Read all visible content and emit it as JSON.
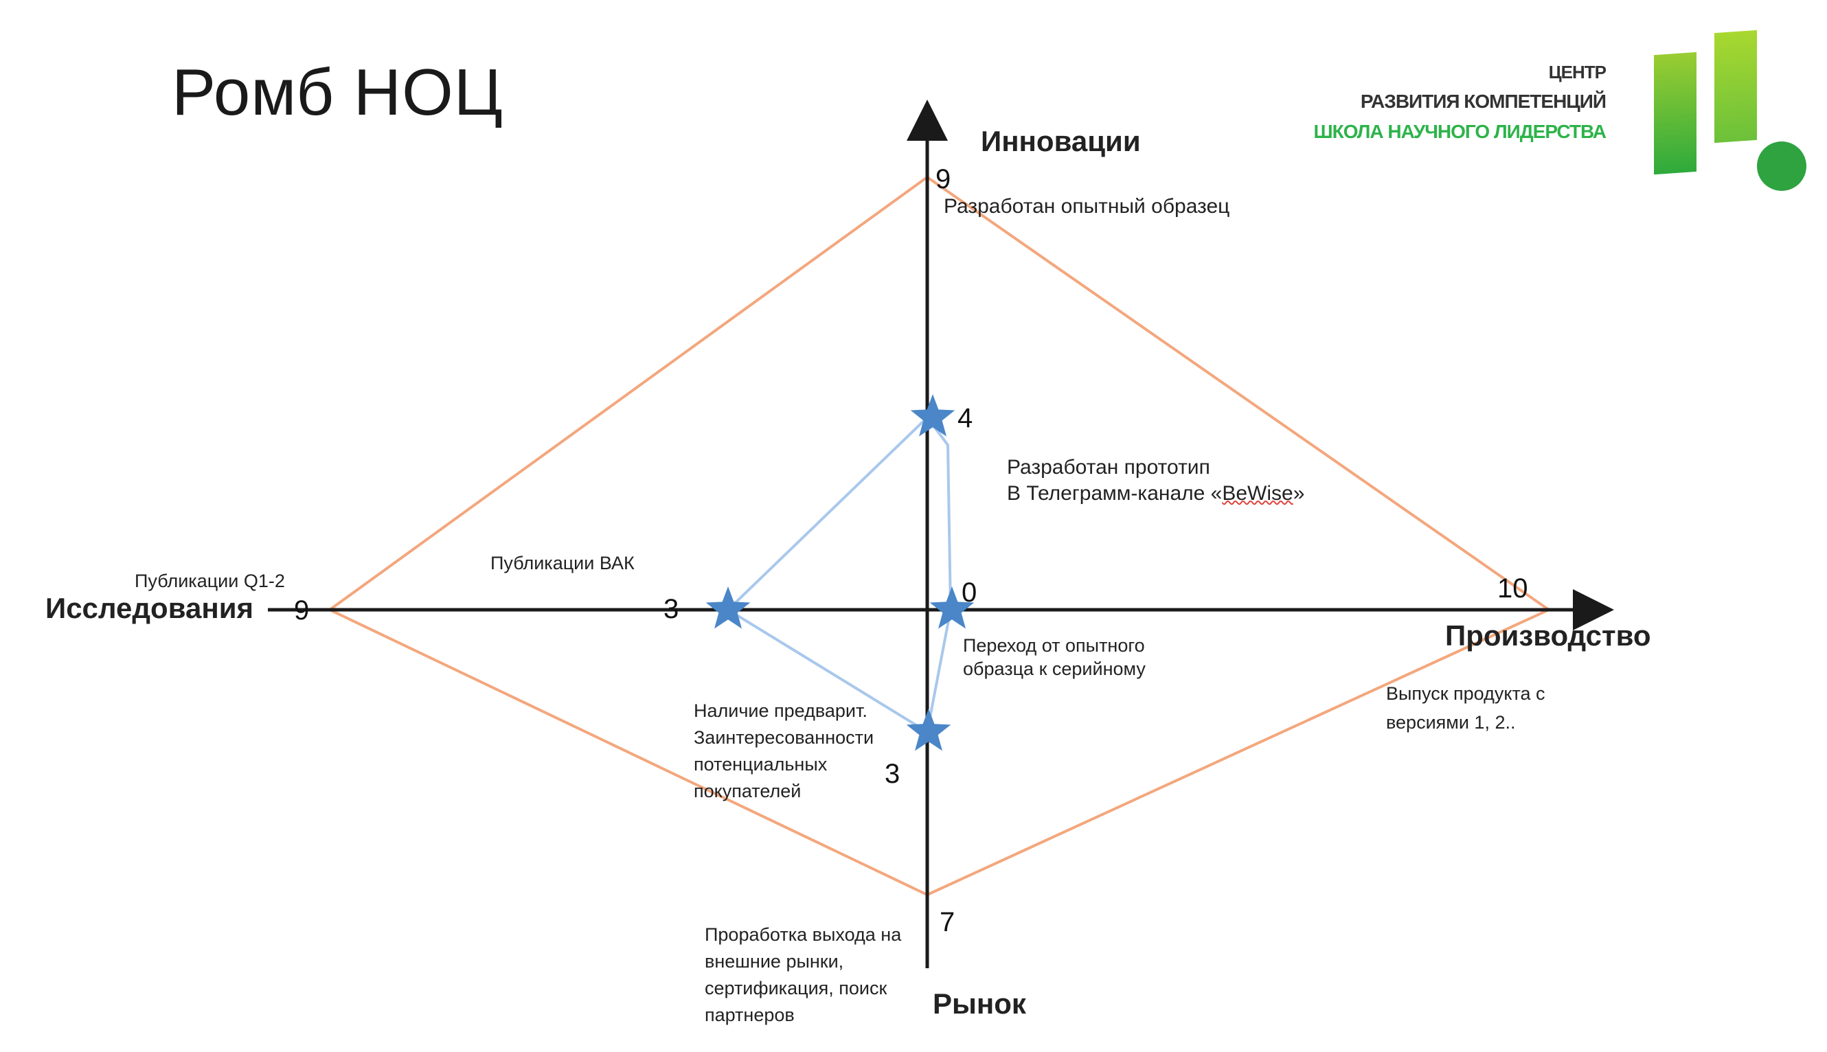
{
  "title": "Ромб НОЦ",
  "logo": {
    "line1": "ЦЕНТР",
    "line2": "РАЗВИТИЯ КОМПЕТЕНЦИЙ",
    "line3": "ШКОЛА НАУЧНОГО ЛИДЕРСТВА"
  },
  "axes": {
    "top": "Инновации",
    "left": "Исследования",
    "right": "Производство",
    "bottom": "Рынок"
  },
  "max_values": {
    "innovations": 9,
    "research": 9,
    "production": 10,
    "market": 7
  },
  "current_values": {
    "innovations": 4,
    "research": 3,
    "production": 0,
    "market": 3
  },
  "labels": {
    "max_innovations": "9",
    "max_research": "9",
    "max_production": "10",
    "max_market": "7",
    "cur_innovations": "4",
    "cur_research": "3",
    "cur_production": "0",
    "cur_market": "3"
  },
  "notes": {
    "innovations_max": "Разработан опытный образец",
    "innovations_current_line1": "Разработан прототип",
    "innovations_current_line2_prefix": "В Телеграмм-канале «",
    "innovations_current_brand": "BeWise",
    "innovations_current_line2_suffix": "»",
    "research_max": "Публикации Q1-2",
    "research_current": "Публикации ВАК",
    "production_current_line1": "Переход от опытного",
    "production_current_line2": "образца к серийному",
    "production_max_line1": "Выпуск продукта с",
    "production_max_line2": "версиями 1, 2..",
    "market_current_line1": "Наличие предварит.",
    "market_current_line2": "Заинтересованности",
    "market_current_line3": "потенциальных",
    "market_current_line4": "покупателей",
    "market_max_line1": "Проработка выхода на",
    "market_max_line2": "внешние рынки,",
    "market_max_line3": "сертификация, поиск",
    "market_max_line4": "партнеров"
  },
  "colors": {
    "axis": "#1a1a1a",
    "outer_rhombus": "#f3a77d",
    "inner_polygon": "#a9c8ec",
    "star": "#4a86c8",
    "logo_green": "#2ea33f",
    "logo_lime": "#9acd32"
  }
}
